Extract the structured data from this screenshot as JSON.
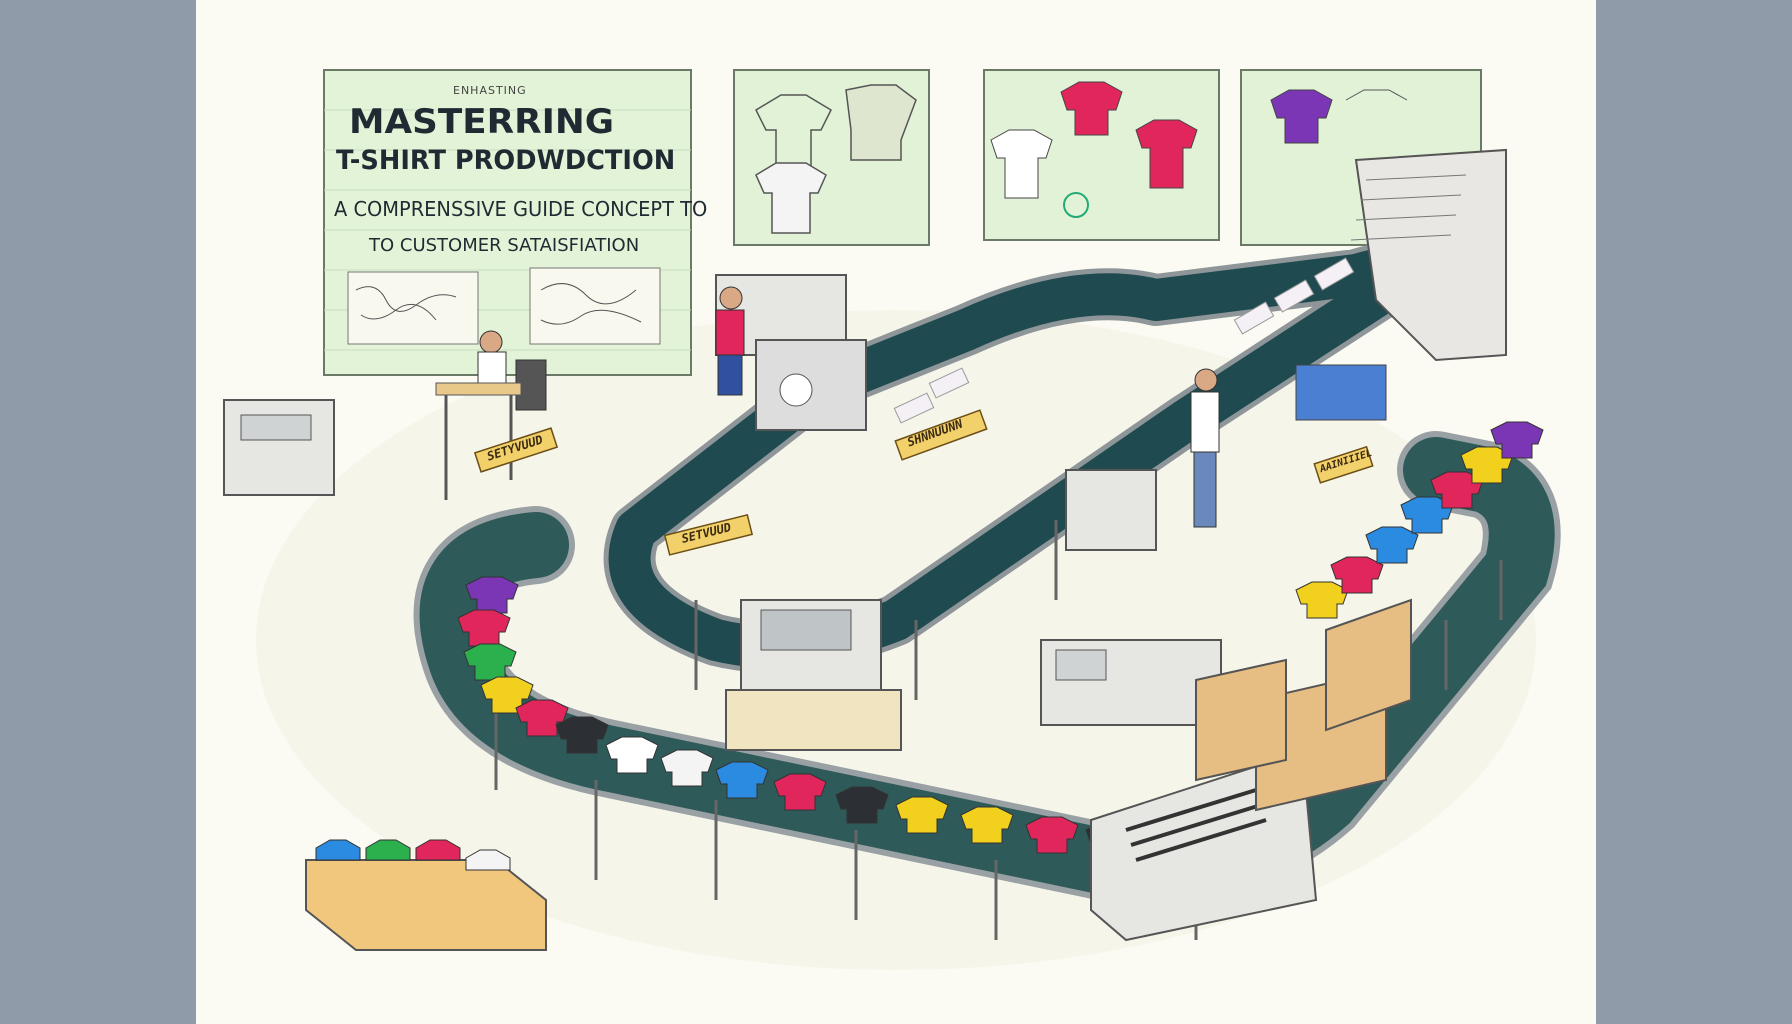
{
  "poster": {
    "kicker": "ENHASTING",
    "title": "MASTERRING",
    "subtitle": "T-SHIRT PRODWDCTION",
    "tagline_line1": "A COMPRENSSIVE GUIDE CONCEPT TO",
    "tagline_line2": "TO CUSTOMER SATAISFIATION"
  },
  "signs": {
    "sign_1": "SETYVUUD",
    "sign_2": "SHNNUUNN",
    "sign_3": "SETVUUD",
    "sign_4": "AAINIIIEL"
  },
  "colors": {
    "background": "#fbfaf3",
    "side_bars": "#8f9ba8",
    "belt": "#2f5a5a",
    "poster_bg": "#e4f3d8",
    "shirt_red": "#e0265b",
    "shirt_yellow": "#f2d11e",
    "shirt_blue": "#2a8be0",
    "shirt_purple": "#7b36b5",
    "shirt_green": "#2bb04d",
    "shirt_black": "#2c2f33"
  },
  "icons": [
    "t-shirt-icon",
    "hanger-icon",
    "printer-machine-icon",
    "cardboard-box-icon",
    "worker-icon"
  ]
}
